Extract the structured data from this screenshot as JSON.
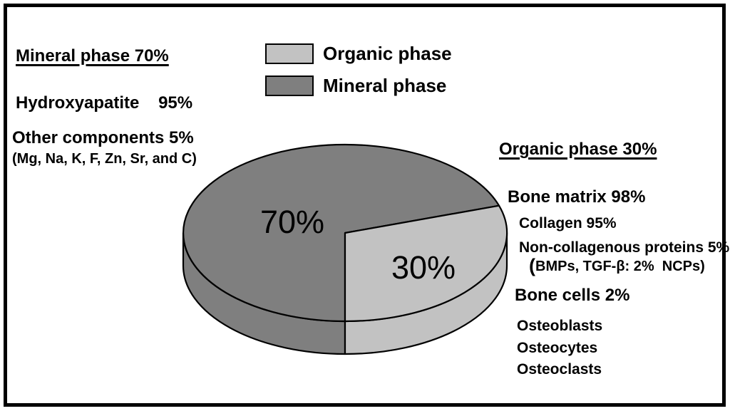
{
  "chart_data": {
    "type": "pie",
    "style": "3d",
    "title": "",
    "slices": [
      {
        "name": "Mineral phase",
        "value": 70,
        "label": "70%",
        "color": "#7f7f7f"
      },
      {
        "name": "Organic phase",
        "value": 30,
        "label": "30%",
        "color": "#c2c2c2"
      }
    ],
    "legend_position": "top-center",
    "legend_entries": [
      "Organic phase",
      "Mineral phase"
    ]
  },
  "legend": {
    "items": [
      {
        "label": "Organic phase",
        "color": "#c2c2c2"
      },
      {
        "label": "Mineral phase",
        "color": "#7f7f7f"
      }
    ]
  },
  "mineral_block": {
    "heading": "Mineral phase 70%",
    "line1": "Hydroxyapatite    95%",
    "line2": "Other components 5%",
    "line3": "(Mg, Na, K, F, Zn, Sr, and C)"
  },
  "organic_block": {
    "heading": "Organic phase 30%",
    "bone_matrix": "Bone matrix 98%",
    "collagen": "Collagen 95%",
    "non_collagenous": "Non-collagenous proteins 5%",
    "bmps_open_paren": "(",
    "bmps_rest": "BMPs, TGF-β: 2%  NCPs)",
    "bone_cells": "Bone cells 2%",
    "cell1": "Osteoblasts",
    "cell2": "Osteocytes",
    "cell3": "Osteoclasts"
  }
}
